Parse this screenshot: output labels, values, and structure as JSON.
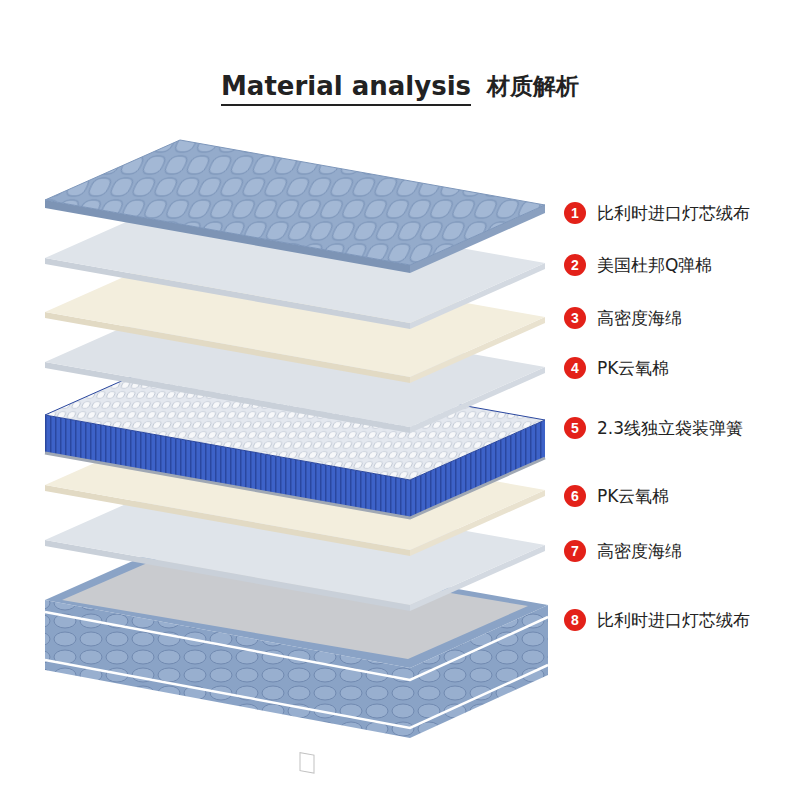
{
  "diagram": {
    "title": "Material analysis",
    "labels": [
      "材质解析",
      "1",
      "比利时进口灯芯绒布",
      "2",
      "美国杜邦Q弹棉",
      "3",
      "高密度海绵",
      "4",
      "PK云氧棉",
      "5",
      "2.3线独立袋装弹簧",
      "6",
      "PK云氧棉",
      "7",
      "高密度海绵",
      "8",
      "比利时进口灯芯绒布"
    ]
  }
}
